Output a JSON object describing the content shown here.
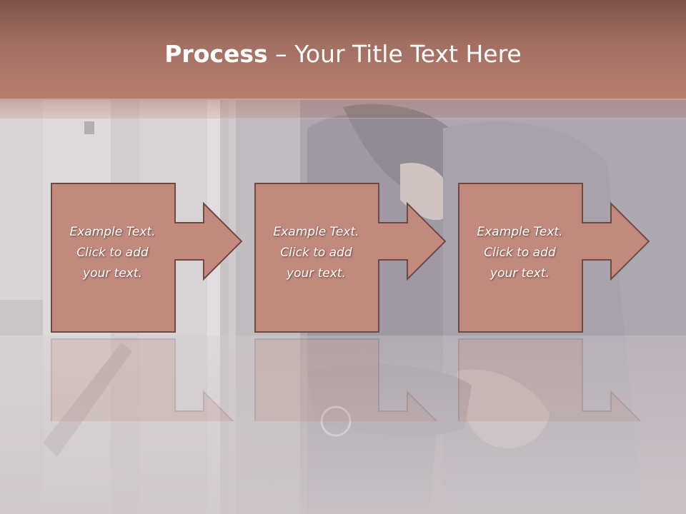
{
  "slide": {
    "title_bold": "Process",
    "title_rest": " – Your Title Text Here",
    "steps": [
      {
        "text": "Example Text.\nClick  to add\nyour text."
      },
      {
        "text": "Example Text.\nClick  to add\nyour text."
      },
      {
        "text": "Example Text.\nClick  to add\nyour text."
      }
    ],
    "colors": {
      "header": "#a36f62",
      "shape_fill": "#c2897d",
      "shape_stroke": "#6e4a44",
      "text": "#ffffff"
    }
  }
}
